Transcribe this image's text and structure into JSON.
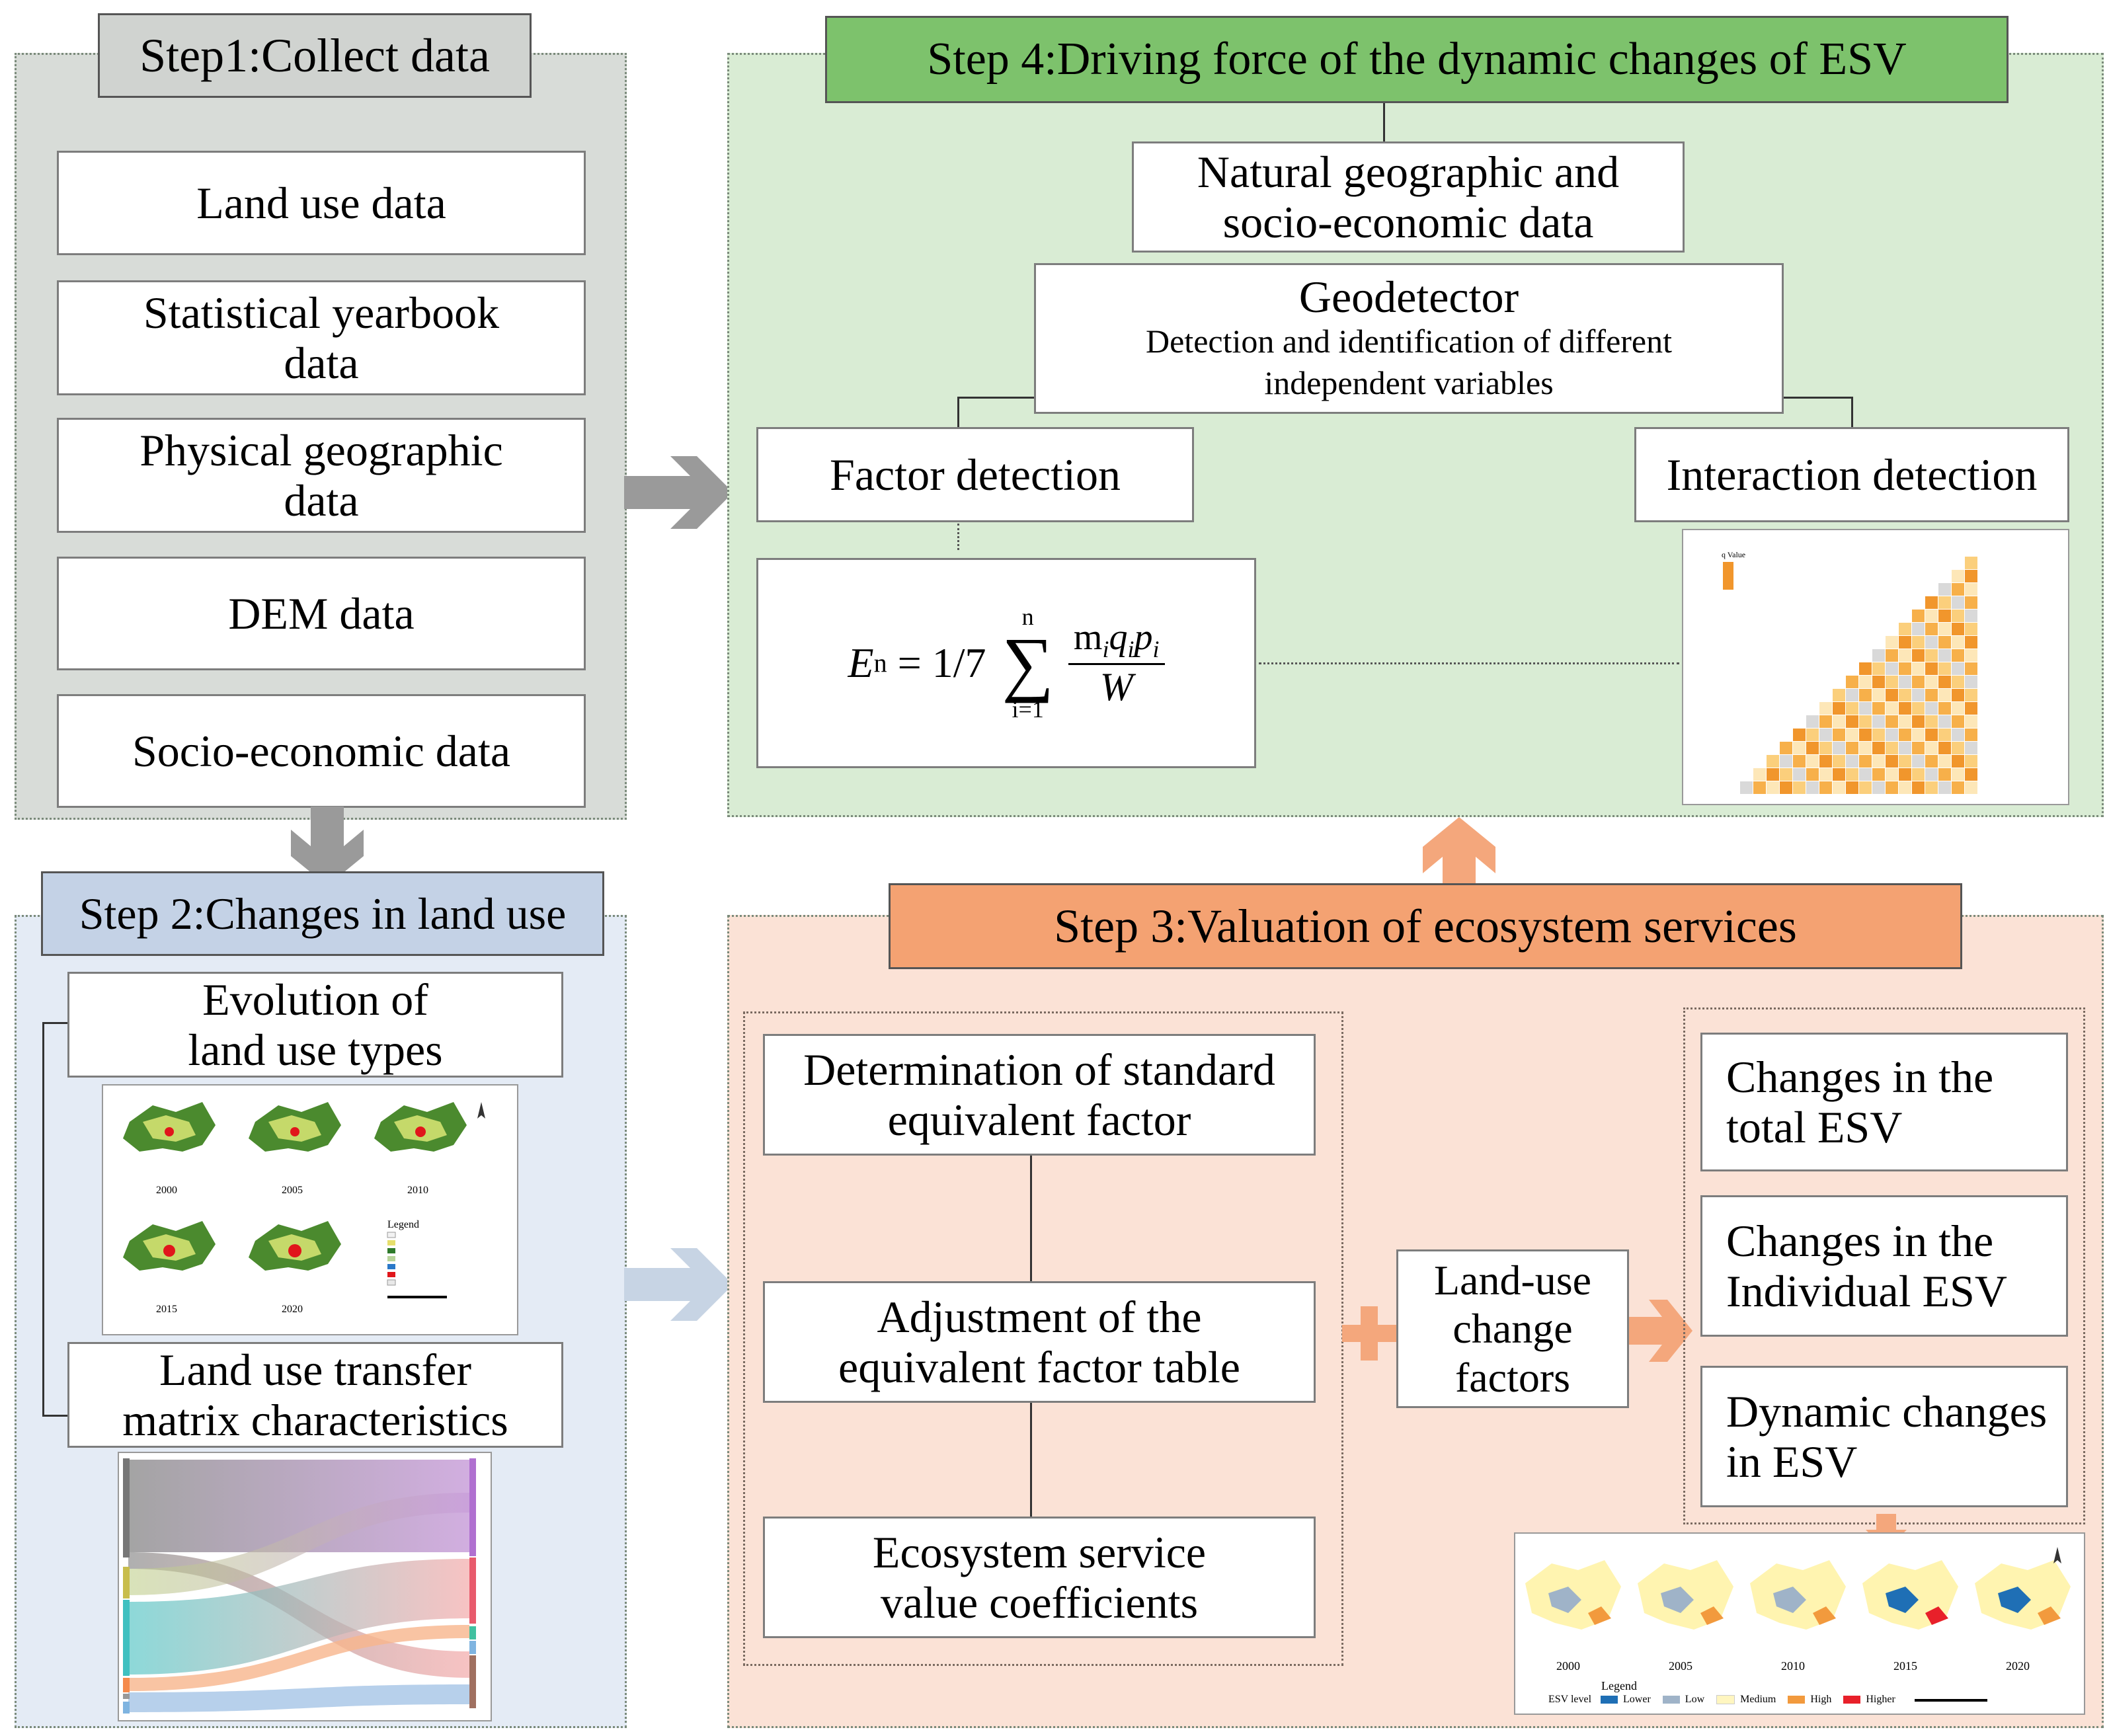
{
  "step1": {
    "title": "Step1:Collect data",
    "items": [
      "Land use data",
      "Statistical yearbook data",
      "Physical geographic data",
      "DEM data",
      "Socio-economic data"
    ]
  },
  "step2": {
    "title": "Step 2:Changes in land use",
    "evolution": "Evolution of land use types",
    "transfer": "Land use transfer matrix characteristics",
    "map_years": [
      "2000",
      "2005",
      "2010",
      "2015",
      "2020"
    ],
    "map_legend_title": "Legend"
  },
  "step3": {
    "title": "Step 3:Valuation of ecosystem services",
    "left_items": [
      "Determination of standard equivalent factor",
      "Adjustment of the equivalent factor table",
      "Ecosystem service value coefficients"
    ],
    "middle": "Land-use change factors",
    "right_items": [
      "Changes in the total ESV",
      "Changes in the Individual ESV",
      "Dynamic changes in ESV"
    ],
    "map_years": [
      "2000",
      "2005",
      "2010",
      "2015",
      "2020"
    ],
    "map_legend_title": "Legend",
    "esv_legend": {
      "label": "ESV level",
      "items": [
        {
          "name": "Lower",
          "color": "#1f6fb5"
        },
        {
          "name": "Low",
          "color": "#9fb3c8"
        },
        {
          "name": "Medium",
          "color": "#fff6c0"
        },
        {
          "name": "High",
          "color": "#f29a3d"
        },
        {
          "name": "Higher",
          "color": "#e8202a"
        }
      ]
    }
  },
  "step4": {
    "title": "Step 4:Driving force of the dynamic changes of ESV",
    "natural": "Natural geographic and socio-economic data",
    "geodetector_title": "Geodetector",
    "geodetector_sub": "Detection and identification of different independent variables",
    "factor": "Factor detection",
    "interaction": "Interaction detection",
    "formula": {
      "lhs": "E",
      "lhs_sub": "n",
      "equals": "= 1/7",
      "sum_top": "n",
      "sum_bottom": "i=1",
      "numerator": "m",
      "denominator": "W"
    },
    "heatmap_legend_title": "q Value"
  },
  "colors": {
    "step1_panel": "#d8dcd8",
    "step1_title": "#d0d3d0",
    "step2_panel": "#e4ebf5",
    "step2_title": "#c4d2e6",
    "step3_panel": "#fbe2d6",
    "step3_title": "#f4a272",
    "step4_panel": "#d9ecd4",
    "step4_title": "#7dc26c",
    "arrow_gray": "#9a9a9a",
    "arrow_blue": "#c7d4e4",
    "arrow_orange": "#f4a77c"
  }
}
